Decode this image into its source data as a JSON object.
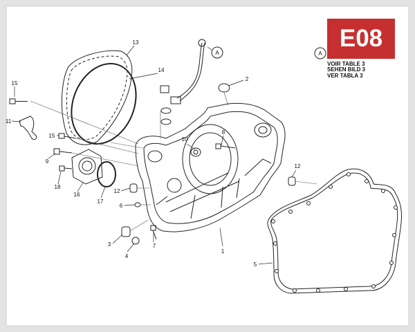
{
  "badge": {
    "code": "E08",
    "color": "#c62f2f"
  },
  "callouts": {
    "a": "A",
    "n1": "1",
    "n2": "2",
    "n3": "3",
    "n4": "4",
    "n5": "5",
    "n6": "6",
    "n7": "7",
    "n8": "8",
    "n9": "9",
    "n10": "10",
    "n11": "11",
    "n12a": "12",
    "n12b": "12",
    "n13": "13",
    "n14": "14",
    "n15a": "15",
    "n15b": "15",
    "n16": "16",
    "n17": "17",
    "n18": "18"
  },
  "reference": {
    "marker": "A",
    "lines": [
      "VOIR TABLE 3",
      "SEHEN BILD 3",
      "VER TABLA 3"
    ]
  }
}
